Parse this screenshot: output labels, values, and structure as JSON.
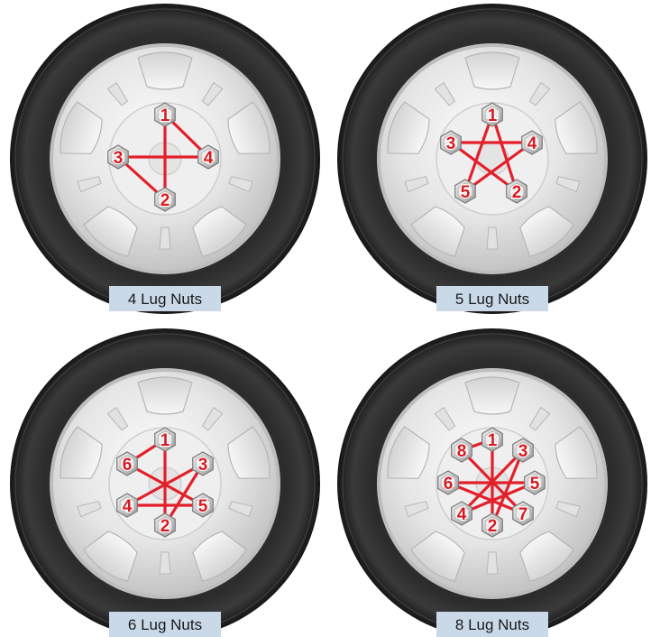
{
  "colors": {
    "pattern_line": "#e3202a",
    "caption_bg": "#c9d9e8",
    "nut_number": "#d61a22"
  },
  "wheels": [
    {
      "caption": "4 Lug Nuts",
      "nuts": [
        {
          "label": "1",
          "pos": "top"
        },
        {
          "label": "4",
          "pos": "right"
        },
        {
          "label": "2",
          "pos": "bottom"
        },
        {
          "label": "3",
          "pos": "left"
        }
      ],
      "sequence": [
        "1",
        "2",
        "3",
        "4"
      ]
    },
    {
      "caption": "5 Lug Nuts",
      "nuts": [
        {
          "label": "1",
          "pos": "top"
        },
        {
          "label": "4",
          "pos": "upper-right"
        },
        {
          "label": "2",
          "pos": "lower-right"
        },
        {
          "label": "5",
          "pos": "lower-left"
        },
        {
          "label": "3",
          "pos": "upper-left"
        }
      ],
      "sequence": [
        "1",
        "2",
        "3",
        "4",
        "5"
      ]
    },
    {
      "caption": "6 Lug Nuts",
      "nuts": [
        {
          "label": "1",
          "pos": "top"
        },
        {
          "label": "3",
          "pos": "upper-right"
        },
        {
          "label": "5",
          "pos": "lower-right"
        },
        {
          "label": "2",
          "pos": "bottom"
        },
        {
          "label": "4",
          "pos": "lower-left"
        },
        {
          "label": "6",
          "pos": "upper-left"
        }
      ],
      "sequence": [
        "1",
        "2",
        "3",
        "4",
        "5",
        "6"
      ]
    },
    {
      "caption": "8 Lug Nuts",
      "nuts": [
        {
          "label": "1",
          "pos": "top"
        },
        {
          "label": "3",
          "pos": "upper-right"
        },
        {
          "label": "5",
          "pos": "right"
        },
        {
          "label": "7",
          "pos": "lower-right"
        },
        {
          "label": "2",
          "pos": "bottom"
        },
        {
          "label": "4",
          "pos": "lower-left"
        },
        {
          "label": "6",
          "pos": "left"
        },
        {
          "label": "8",
          "pos": "upper-left"
        }
      ],
      "sequence": [
        "1",
        "2",
        "3",
        "4",
        "5",
        "6",
        "7",
        "8"
      ]
    }
  ]
}
